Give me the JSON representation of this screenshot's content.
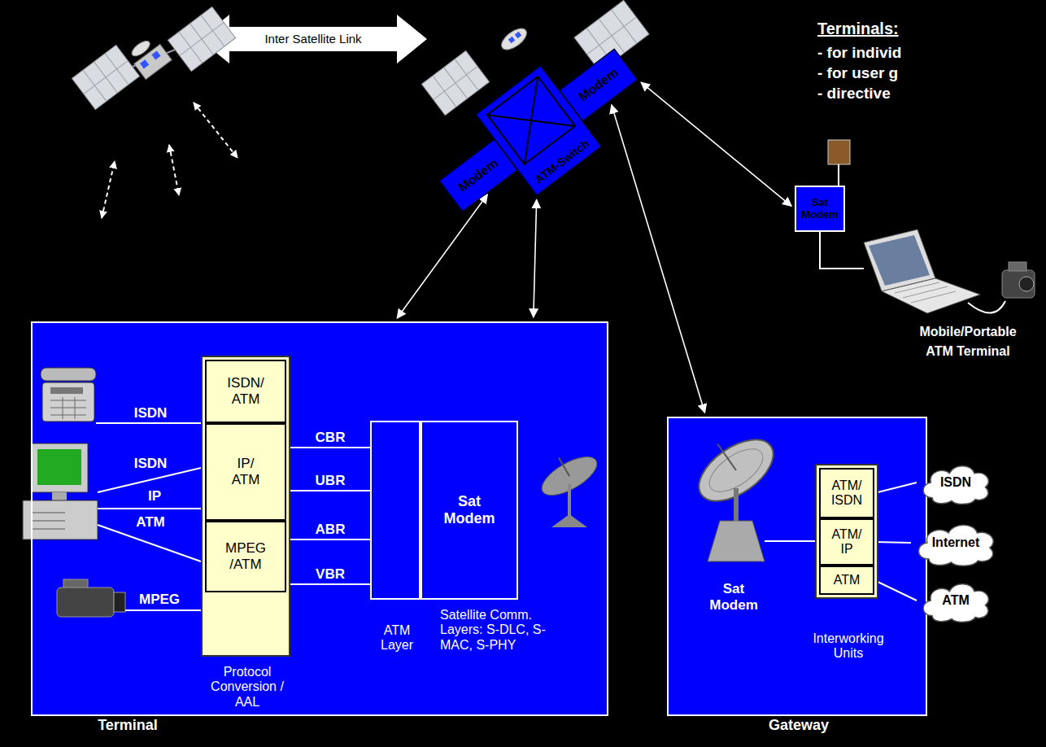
{
  "diagram": {
    "nodes": [
      {
        "text": [
          "Modem"
        ]
      },
      {
        "text": [
          "ATM-Switch"
        ]
      },
      {
        "text": [
          "Modem"
        ]
      },
      {
        "text": [
          "Sat Modem"
        ]
      },
      {
        "text": [
          "Terminal"
        ]
      },
      {
        "text": [
          "Protocol Conversion / AAL"
        ],
        "in": 4
      },
      {
        "text": [
          "ISDN/ ATM"
        ],
        "in": 5
      },
      {
        "text": [
          "IP/ ATM"
        ],
        "in": 5
      },
      {
        "text": [
          "MPEG /ATM"
        ],
        "in": 5
      },
      {
        "text": [
          "ATM Layer"
        ],
        "in": 4
      },
      {
        "text": [
          "Sat Modem",
          "Satellite Comm. Layers: S-DLC, S-MAC, S-PHY"
        ],
        "in": 4
      },
      {
        "text": [
          "Sat Modem",
          "Gateway"
        ]
      },
      {
        "text": [
          "Interworking Units"
        ],
        "in": 11
      },
      {
        "text": [
          "ATM/ ISDN"
        ],
        "in": 12
      },
      {
        "text": [
          "ATM/ IP"
        ],
        "in": 12
      },
      {
        "text": [
          "ATM"
        ],
        "in": 12
      },
      {
        "text": [
          "ISDN"
        ]
      },
      {
        "text": [
          "Internet"
        ]
      },
      {
        "text": [
          "ATM"
        ]
      }
    ],
    "edges": [
      {
        "from": 0,
        "to": 4,
        "arrow": "both"
      },
      {
        "from": 1,
        "to": 4,
        "arrow": "both"
      },
      {
        "from": 2,
        "to": 3,
        "arrow": "both"
      },
      {
        "from": 2,
        "to": 11,
        "arrow": "both"
      },
      {
        "from": 5,
        "to": 9,
        "label": "CBR",
        "arrow": "none"
      },
      {
        "from": 5,
        "to": 9,
        "label": "UBR",
        "arrow": "none"
      },
      {
        "from": 5,
        "to": 9,
        "label": "ABR",
        "arrow": "none"
      },
      {
        "from": 5,
        "to": 9,
        "label": "VBR",
        "arrow": "none"
      },
      {
        "from": 13,
        "to": 16,
        "arrow": "none"
      },
      {
        "from": 14,
        "to": 17,
        "arrow": "none"
      },
      {
        "from": 15,
        "to": 18,
        "arrow": "none"
      }
    ],
    "labels": [
      "Inter Satellite Link",
      "Terminals:",
      "- for individ",
      "- for user g",
      "- directive",
      "Mobile/Portable ATM Terminal",
      "ISDN",
      "ISDN",
      "IP",
      "ATM",
      "MPEG"
    ]
  }
}
